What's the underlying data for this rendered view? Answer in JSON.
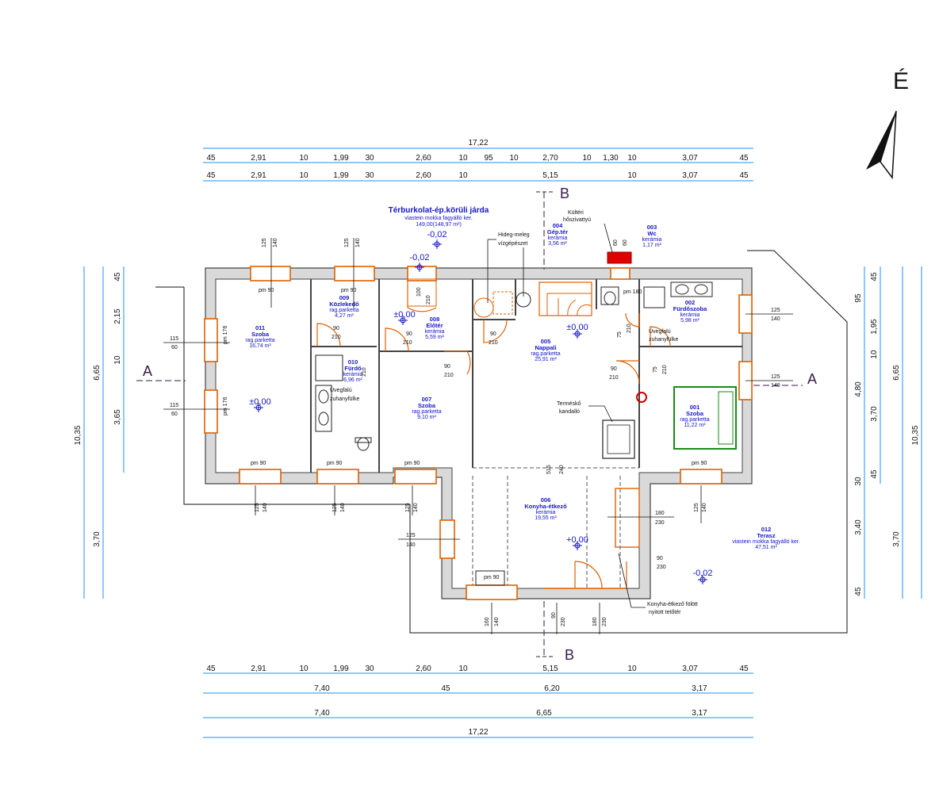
{
  "north_label": "É",
  "dims_top_row1": [
    "45",
    "2,91",
    "10",
    "1,99",
    "30",
    "2,60",
    "10",
    "95",
    "10",
    "2,70",
    "10",
    "1,30",
    "10",
    "3,07",
    "45"
  ],
  "dims_top_row2": [
    "45",
    "2,91",
    "10",
    "1,99",
    "30",
    "2,60",
    "10",
    "5,15",
    "10",
    "3,07",
    "45"
  ],
  "dims_top_total": "17,22",
  "dims_bottom_row1": [
    "45",
    "2,91",
    "10",
    "1,99",
    "30",
    "2,60",
    "10",
    "5,15",
    "10",
    "3,07",
    "45"
  ],
  "dims_bottom_row2": [
    "7,40",
    "45",
    "6,20",
    "3,17"
  ],
  "dims_bottom_row3": [
    "7,40",
    "6,65",
    "3,17"
  ],
  "dims_bottom_total": "17,22",
  "dims_left_outer": "10,35",
  "dims_left_mid": [
    "6,65",
    "3,70"
  ],
  "dims_left_inner": [
    "45",
    "2,15",
    "10",
    "3,65"
  ],
  "dims_right_inner": [
    "45",
    "95",
    "1,95",
    "10",
    "4,80",
    "3,70",
    "30",
    "45",
    "3,40",
    "45"
  ],
  "dims_right_mid": [
    "6,65",
    "3,70"
  ],
  "dims_right_outer": "10,35",
  "section_a": "A",
  "section_b": "B",
  "paving_title": "Térburkolat-ép.körüli járda",
  "paving_sub": "viastein mokka fagyálló ker.",
  "paving_area": "149,00(148,97 m²)",
  "levels": {
    "outside_top": "-0,02",
    "entry_out": "-0,02",
    "hall": "±0,00",
    "living": "±0,00",
    "room011": "±0,00",
    "kitchen": "+0,00",
    "terrace": "-0,02"
  },
  "rooms": [
    {
      "num": "011",
      "name": "Szoba",
      "finish": "rag.parketta",
      "area": "16,74 m²"
    },
    {
      "num": "009",
      "name": "Közlekedő",
      "finish": "rag.parketta",
      "area": "4,27 m²"
    },
    {
      "num": "010",
      "name": "Fürdő",
      "finish": "kerámia",
      "area": "6,96 m²"
    },
    {
      "num": "008",
      "name": "Előtér",
      "finish": "kerámia",
      "area": "5,59 m²"
    },
    {
      "num": "007",
      "name": "Szoba",
      "finish": "rag.parketta",
      "area": "9,10 m²"
    },
    {
      "num": "004",
      "name": "Gép.tér",
      "finish": "kerámia",
      "area": "3,56 m²"
    },
    {
      "num": "003",
      "name": "Wc",
      "finish": "kerámia",
      "area": "1,17 m²"
    },
    {
      "num": "005",
      "name": "Nappali",
      "finish": "rag.parketta",
      "area": "25,91 m²"
    },
    {
      "num": "002",
      "name": "Fürdőszoba",
      "finish": "kerámia",
      "area": "5,98 m²"
    },
    {
      "num": "001",
      "name": "Szoba",
      "finish": "rag.parketta",
      "area": "11,22 m²"
    },
    {
      "num": "006",
      "name": "Konyha-étkező",
      "finish": "kerámia",
      "area": "19,55 m²"
    },
    {
      "num": "012",
      "name": "Terasz",
      "finish": "viastein mokka fagyálló ker.",
      "area": "47,51 m²"
    }
  ],
  "notes": {
    "hideg": "Hideg-meleg",
    "vizgep": "vízgépészet",
    "kulteri": "Kültéri",
    "hoszivattyu": "hőszivattyú",
    "uvegfal1": "Üvegfalú",
    "zuhany1": "zuhanyfülke",
    "uvegfal2": "Üvegfalú",
    "zuhany2": "zuhanyfülke",
    "termesko": "Terméskő",
    "kandallo": "kandalló",
    "konyha_fol": "Konyha-étkező fölött",
    "nyitott": "nyitott tetőtér"
  },
  "openings": {
    "w_top_011": "pm 90",
    "w_top_009": "pm 90",
    "w_bot_011": "pm 90",
    "w_bot_010": "pm 90",
    "w_bot_007": "pm 90",
    "w_bot_006": "pm 90",
    "w_bot_001": "pm 90",
    "w_left_a": "pm 176",
    "w_left_b": "pm 176",
    "w_wc": "pm 180",
    "w_top_h": "125",
    "w_top_s": "140",
    "w_left_h": "115",
    "w_left_s": "60",
    "w_right_h": "125",
    "w_right_s": "140",
    "d_009_w": "90",
    "d_009_h": "210",
    "d_008_w": "90",
    "d_008_h": "210",
    "d_007_w": "90",
    "d_007_h": "210",
    "d_005_w": "90",
    "d_005_h": "210",
    "d_entry_h": "210",
    "d_entry_w": "100",
    "d_gep_w": "90",
    "d_gep_h": "210",
    "d_wc_w": "60",
    "d_wc_h": "210",
    "d_fur_w": "75",
    "d_fur_h": "210",
    "d_kitchen_w": "180",
    "d_kitchen_h": "230",
    "d_kitchen2_w": "90",
    "d_kitchen2_h": "230",
    "d_bot_w": "90",
    "d_bot_h": "230",
    "d_bot2_w": "180",
    "d_bot2_h": "230",
    "w_bot_h": "160",
    "w_bot_s": "140",
    "kit_w": "515",
    "kit_h": "240",
    "hvac_w": "60",
    "hvac_h": "60"
  }
}
